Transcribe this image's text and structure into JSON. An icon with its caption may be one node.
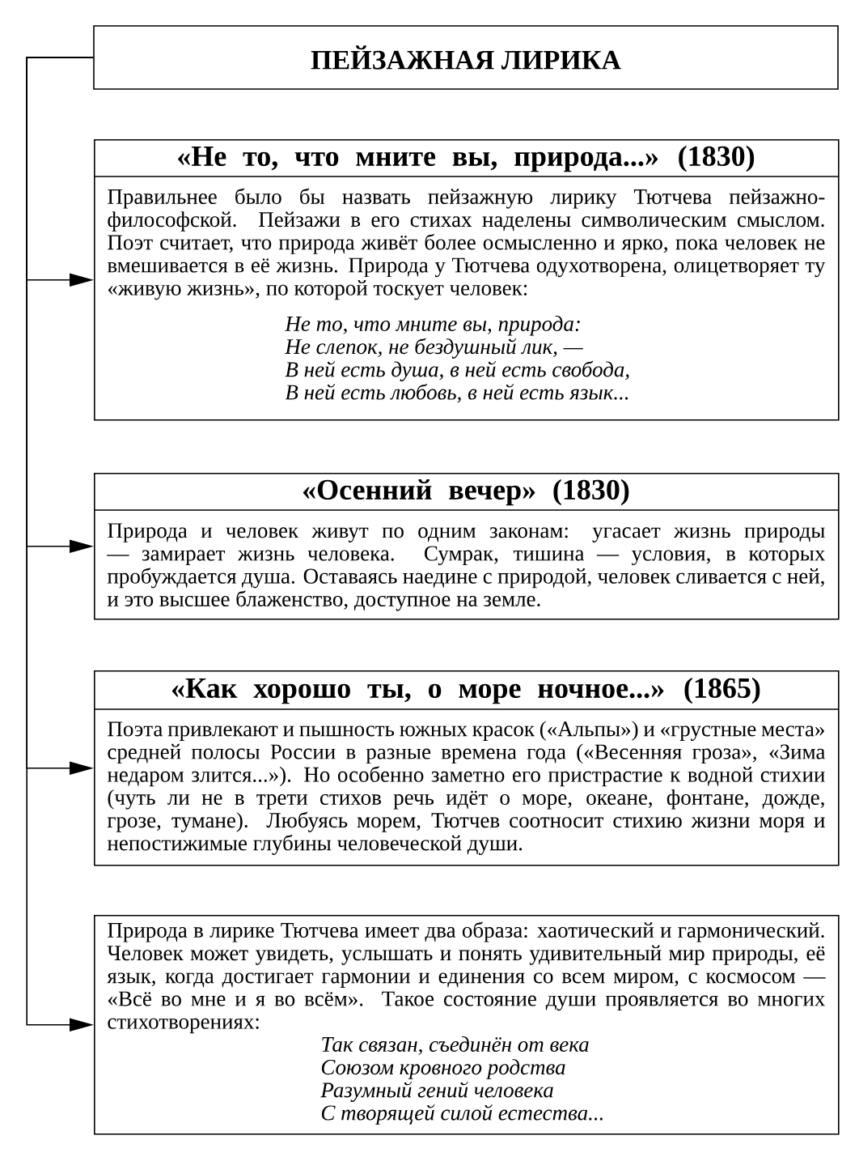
{
  "diagram": {
    "nodes": [
      {
        "text": [
          "ПЕЙЗАЖНАЯ ЛИРИКА"
        ]
      },
      {
        "text": [
          "«Не то, что мните вы, природа...» (1830)",
          "Правильнее было бы назвать пейзажную лирику Тютчева пейзажно-философской. Пейзажи в его стихах наделены символическим смыслом. Поэт считает, что природа живёт более осмысленно и ярко, пока человек не вмешивается в её жизнь. Природа у Тютчева одухотворена, олицетворяет ту «живую жизнь», по которой тоскует человек:",
          "Не то, что мните вы, природа:",
          "Не слепок, не бездушный лик, —",
          "В ней есть душа, в ней есть свобода,",
          "В ней есть любовь, в ней есть язык..."
        ]
      },
      {
        "text": [
          "«Осенний вечер» (1830)",
          "Природа и человек живут по одним законам: угасает жизнь природы — замирает жизнь человека. Сумрак, тишина — условия, в которых пробуждается душа. Оставаясь наедине с природой, человек сливается с ней, и это высшее блаженство, доступное на земле."
        ]
      },
      {
        "text": [
          "«Как хорошо ты, о море ночное...» (1865)",
          "Поэта привлекают и пышность южных красок («Альпы») и «грустные места» средней полосы России в разные времена года («Весенняя гроза», «Зима недаром злится...»). Но особенно заметно его пристрастие к водной стихии (чуть ли не в трети стихов речь идёт о море, океане, фонтане, дожде, грозе, тумане). Любуясь морем, Тютчев соотносит стихию жизни моря и непостижимые глубины человеческой души."
        ]
      },
      {
        "text": [
          "Природа в лирике Тютчева имеет два образа: хаотический и гармонический. Человек может увидеть, услышать и понять удивительный мир природы, её язык, когда достигает гармонии и единения со всем миром, с космосом — «Всё во мне и я во всём». Такое состояние души проявляется во многих стихотворениях:",
          "Так связан, съединён от века",
          "Союзом кровного родства",
          "Разумный гений человека",
          "С творящей силой естества..."
        ]
      }
    ],
    "edges": [
      {
        "from": 0,
        "to": 1,
        "arrow": "to"
      },
      {
        "from": 0,
        "to": 2,
        "arrow": "to"
      },
      {
        "from": 0,
        "to": 3,
        "arrow": "to"
      },
      {
        "from": 0,
        "to": 4,
        "arrow": "to"
      }
    ]
  }
}
